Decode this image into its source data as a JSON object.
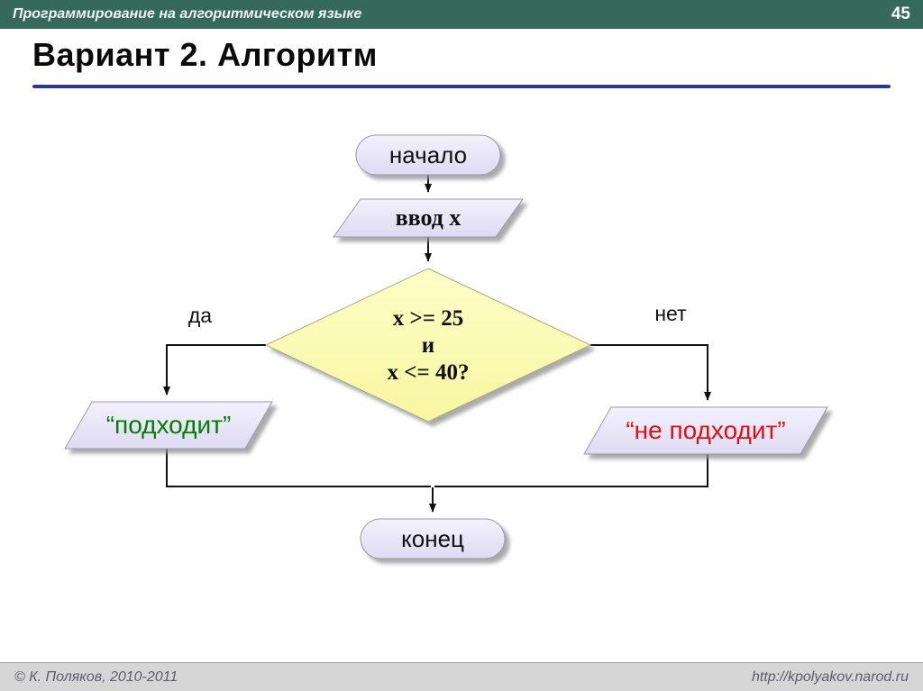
{
  "header": {
    "title": "Программирование на алгоритмическом языке",
    "page_number": "45"
  },
  "title": {
    "text": "Вариант 2. Алгоритм"
  },
  "flowchart": {
    "start_label": "начало",
    "input_label": "ввод x",
    "decision": {
      "line1": "x >= 25",
      "line2": "и",
      "line3": "x <= 40?"
    },
    "yes_label": "да",
    "no_label": "нет",
    "yes_result": "“подходит”",
    "no_result": "“не подходит”",
    "end_label": "конец"
  },
  "footer": {
    "copyright": "© К. Поляков, 2010-2011",
    "url": "http://kpolyakov.narod.ru"
  },
  "colors": {
    "header_bg": "#35695C",
    "title_underline": "#2B3990",
    "process_fill": "#E6E2F6",
    "decision_fill": "#FAF9AE",
    "yes_text_color": "#008000",
    "no_text_color": "#E01010",
    "footer_bg": "#D6D6D6"
  }
}
